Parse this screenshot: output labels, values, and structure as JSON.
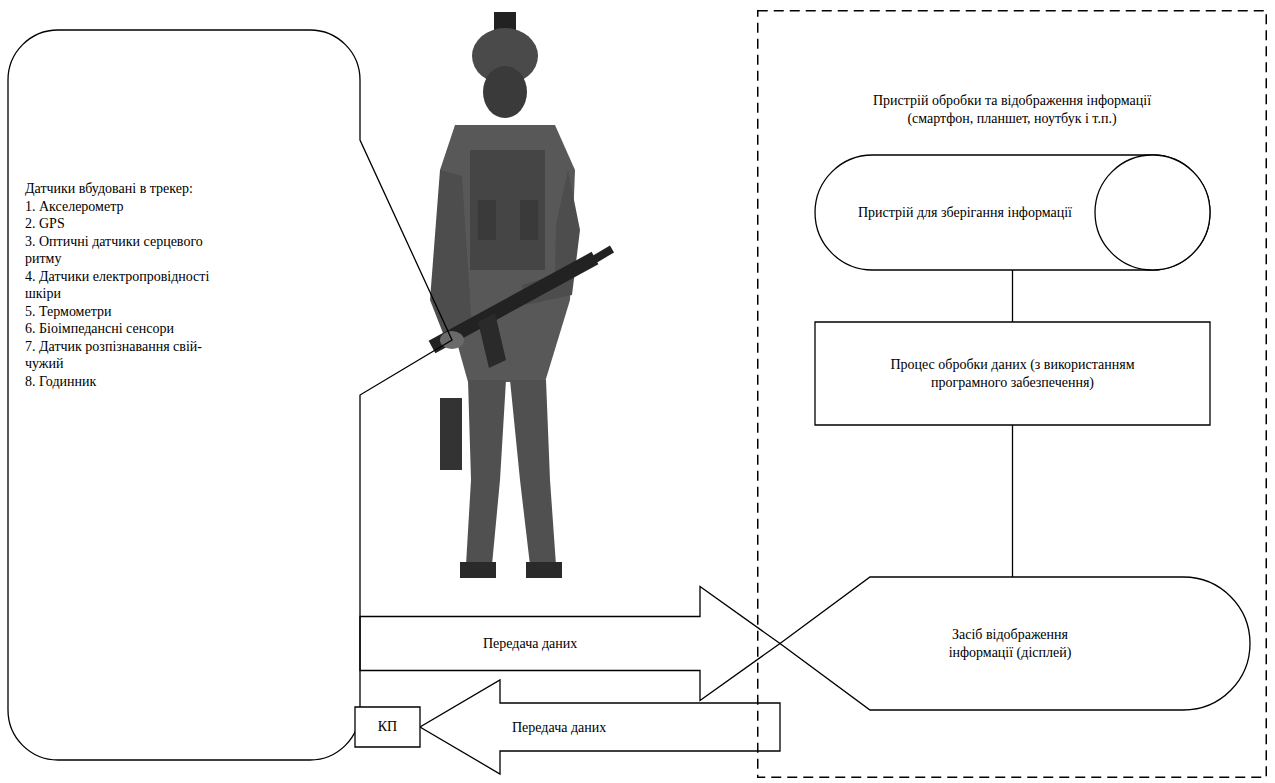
{
  "diagram": {
    "nodes": [
      {
        "text": [
          "Датчики вбудовані в трекер:",
          "1. Акселерометр",
          "2. GPS",
          "3. Оптичні датчики серцевого ритму",
          "4. Датчики електропровідності шкіри",
          "5. Термометри",
          "6. Біоімпедансні сенсори",
          "7. Датчик розпізнавання свій-чужий",
          "8. Годинник"
        ]
      },
      {
        "text": [
          "Пристрій обробки та відображення інформації (смартфон, планшет, ноутбук і т.п.)"
        ]
      },
      {
        "text": [
          "Пристрій для зберігання інформації"
        ],
        "in": 1
      },
      {
        "text": [
          "Процес обробки даних (з використанням програмного забезпечення)"
        ],
        "in": 1
      },
      {
        "text": [
          "Засіб відображення інформації (дісплей)"
        ],
        "in": 1
      },
      {
        "text": [
          "КП"
        ]
      }
    ],
    "edges": [
      {
        "from": 2,
        "to": 3,
        "arrow": "none"
      },
      {
        "from": 3,
        "to": 4,
        "arrow": "none"
      },
      {
        "from": 0,
        "to": 4,
        "label": "Передача даних",
        "arrow": "to"
      },
      {
        "from": 1,
        "to": 5,
        "label": "Передача даних",
        "arrow": "to"
      }
    ]
  }
}
